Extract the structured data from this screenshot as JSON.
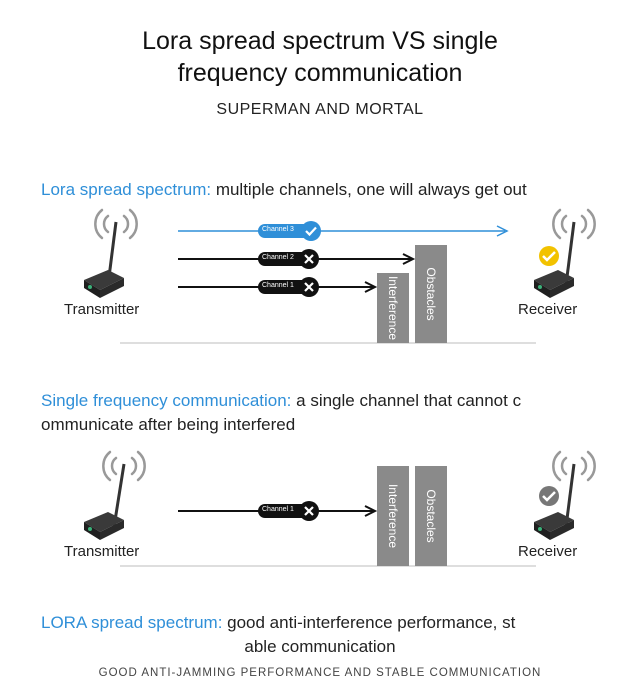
{
  "header": {
    "title_line1": "Lora spread spectrum VS single",
    "title_line2": "frequency communication",
    "subtitle": "SUPERMAN AND MORTAL"
  },
  "section1": {
    "heading_accent": "Lora spread spectrum:",
    "heading_rest": " multiple channels, one will always get out",
    "transmitter": "Transmitter",
    "receiver": "Receiver",
    "channels": [
      {
        "label": "Channel 3",
        "status": "pass"
      },
      {
        "label": "Channel 2",
        "status": "blocked"
      },
      {
        "label": "Channel 1",
        "status": "blocked"
      }
    ],
    "interference": "Interference",
    "obstacles": "Obstacles",
    "receiver_status": "success"
  },
  "section2": {
    "heading_accent": "Single frequency communication:",
    "heading_rest_line1": " a single channel that cannot c",
    "heading_rest_line2": "ommunicate after being interfered",
    "transmitter": "Transmitter",
    "receiver": "Receiver",
    "channels": [
      {
        "label": "Channel 1",
        "status": "blocked"
      }
    ],
    "interference": "Interference",
    "obstacles": "Obstacles",
    "receiver_status": "inactive"
  },
  "conclusion": {
    "accent": "LORA spread spectrum:",
    "rest_line1": " good anti-interference performance, st",
    "rest_line2": "able communication"
  },
  "footer": "GOOD ANTI-JAMMING PERFORMANCE AND STABLE COMMUNICATION",
  "colors": {
    "accent": "#2f8fd8",
    "success": "#f2c200",
    "inactive": "#777777",
    "barrier": "#8a8a8a"
  }
}
